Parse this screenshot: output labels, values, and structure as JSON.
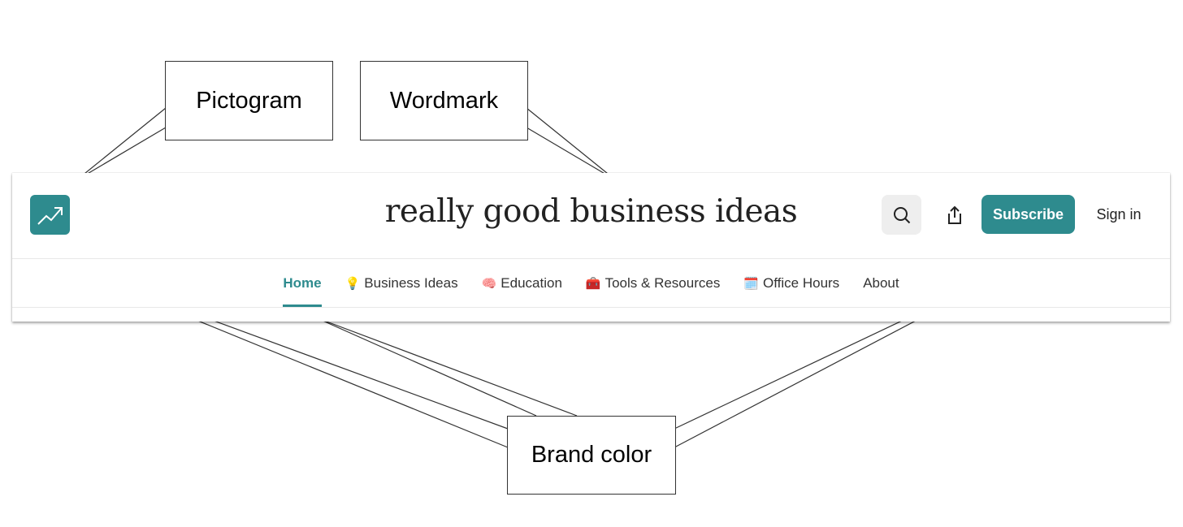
{
  "brand_color": "#2E8B8E",
  "header": {
    "pictogram_icon": "trending-up-icon",
    "wordmark": "really good business ideas",
    "search_icon": "search-icon",
    "share_icon": "share-icon",
    "subscribe_label": "Subscribe",
    "signin_label": "Sign in"
  },
  "nav": {
    "items": [
      {
        "icon": "",
        "label": "Home",
        "active": true
      },
      {
        "icon": "💡",
        "label": "Business Ideas"
      },
      {
        "icon": "🧠",
        "label": "Education"
      },
      {
        "icon": "🧰",
        "label": "Tools & Resources"
      },
      {
        "icon": "🗓️",
        "label": "Office Hours"
      },
      {
        "icon": "",
        "label": "About"
      }
    ]
  },
  "callouts": {
    "pictogram": "Pictogram",
    "wordmark": "Wordmark",
    "brand_color": "Brand color"
  }
}
